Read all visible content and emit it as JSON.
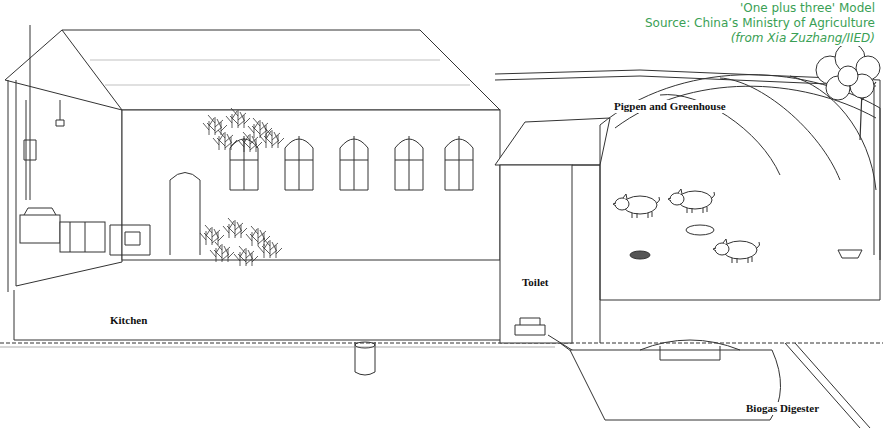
{
  "diagram": {
    "title": "'One plus three' Model",
    "labels": [
      "Source: China’s Ministry of Agriculture",
      "(from Xia Zuzhang/IIED)",
      "Kitchen",
      "Toilet",
      "Pigpen and Greenhouse",
      "Biogas Digester"
    ]
  }
}
